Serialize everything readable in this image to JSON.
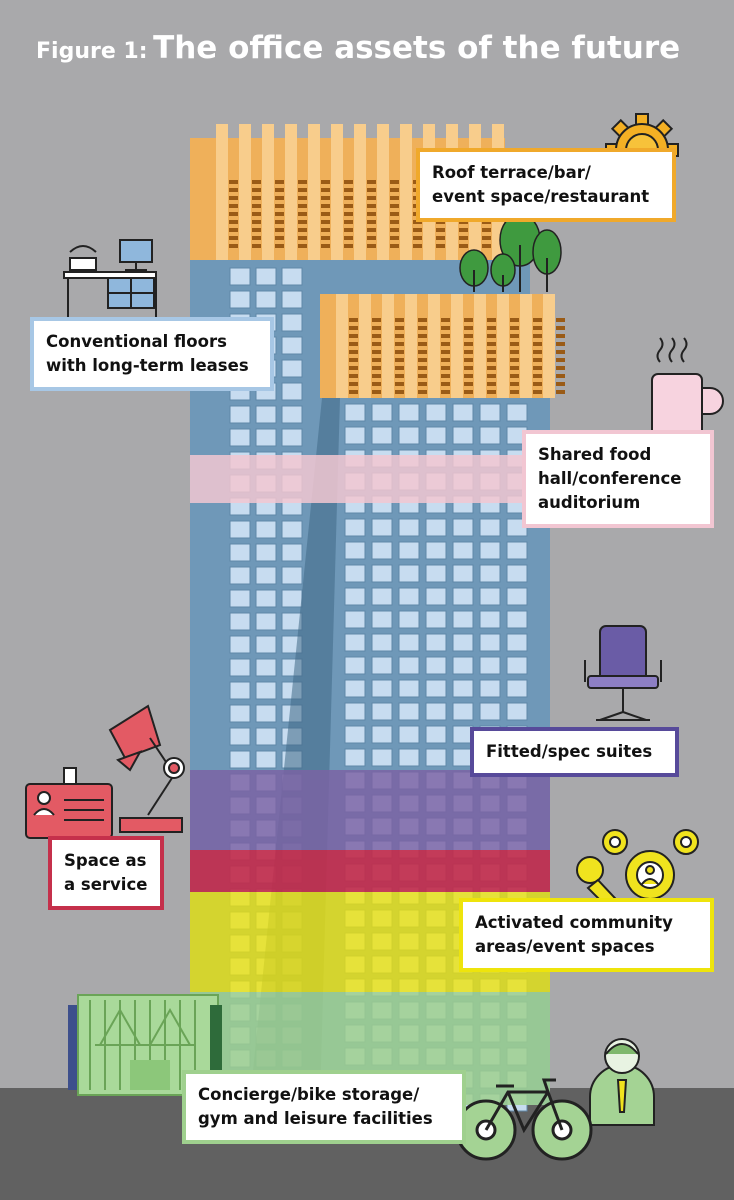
{
  "title": {
    "prefix": "Figure 1:",
    "main": "The office assets of the future"
  },
  "labels": {
    "roof": "Roof terrace/bar/\nevent space/restaurant",
    "conventional": "Conventional floors\nwith long-term leases",
    "shared": "Shared food\nhall/conference\nauditorium",
    "fitted": "Fitted/spec suites",
    "space": "Space as\na service",
    "activated": "Activated community\nareas/event spaces",
    "concierge": "Concierge/bike storage/\ngym and leisure facilities"
  },
  "icons": [
    "sun-gear-icon",
    "trees-icon",
    "desk-phone-computer-icon",
    "coffee-cup-icon",
    "office-chair-icon",
    "desk-lamp-id-card-icon",
    "microphone-gears-icon",
    "person-icon",
    "bicycle-icon"
  ],
  "colors": {
    "background": "#a9a9ab",
    "ground": "#616161",
    "roof_orange": "#efb05a",
    "conventional_blue": "#a9c9e7",
    "shared_pink": "#f2c7d1",
    "fitted_purple": "#7b62a3",
    "space_red": "#c22c4c",
    "activated_yellow": "#eee40c",
    "concierge_green": "#9fd08e"
  }
}
